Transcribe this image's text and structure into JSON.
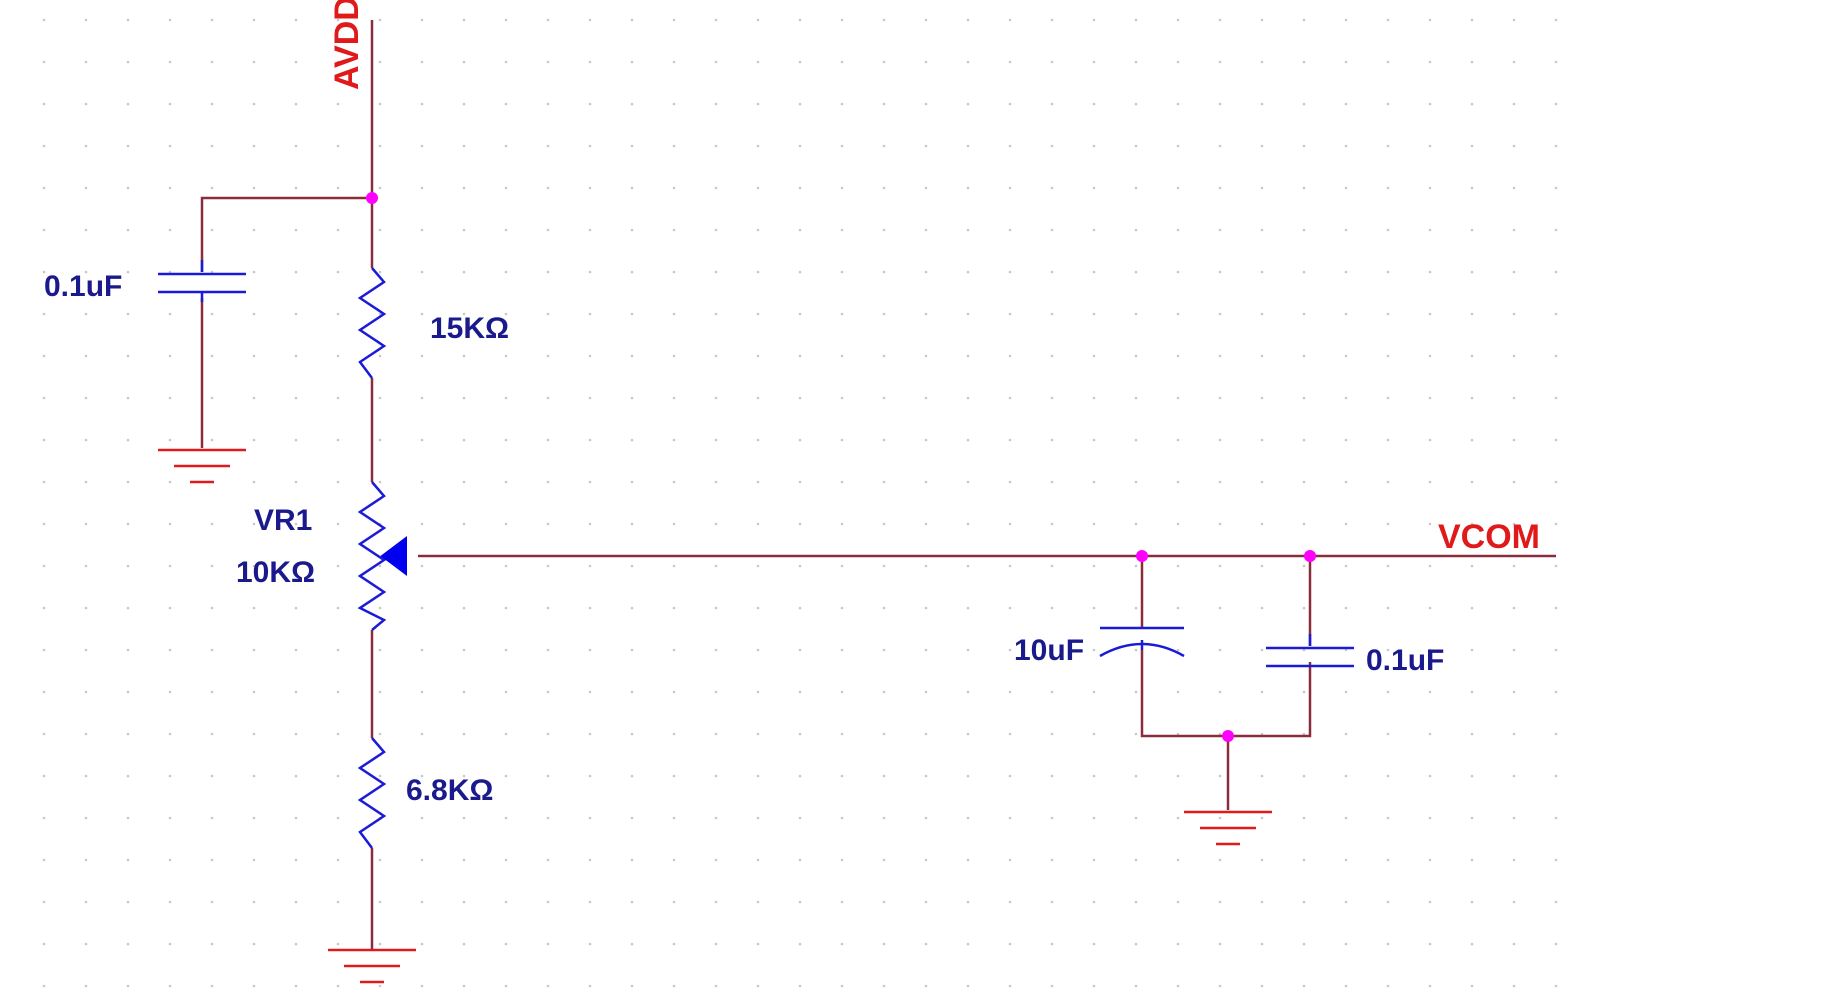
{
  "colors": {
    "background": "#ffffff",
    "grid_dot": "#c8c8c8",
    "wire": "#8b2c3c",
    "component": "#1a1ad8",
    "net_label": "#e01a1a",
    "part_label": "#1a1a8c",
    "junction": "#ff00ff",
    "ground": "#e01a1a",
    "wiper_arrow": "#0000ee"
  },
  "nets": {
    "supply": "AVDD",
    "output": "VCOM"
  },
  "components": {
    "bypass_cap_top": {
      "value": "0.1uF"
    },
    "r_upper": {
      "value": "15KΩ"
    },
    "potentiometer": {
      "ref": "VR1",
      "value": "10KΩ"
    },
    "r_lower": {
      "value": "6.8KΩ"
    },
    "cap_electrolytic": {
      "value": "10uF"
    },
    "cap_output": {
      "value": "0.1uF"
    }
  },
  "icons": {
    "ground": "ground-symbol-icon",
    "junction": "junction-dot-icon",
    "wiper": "wiper-arrow-icon"
  }
}
